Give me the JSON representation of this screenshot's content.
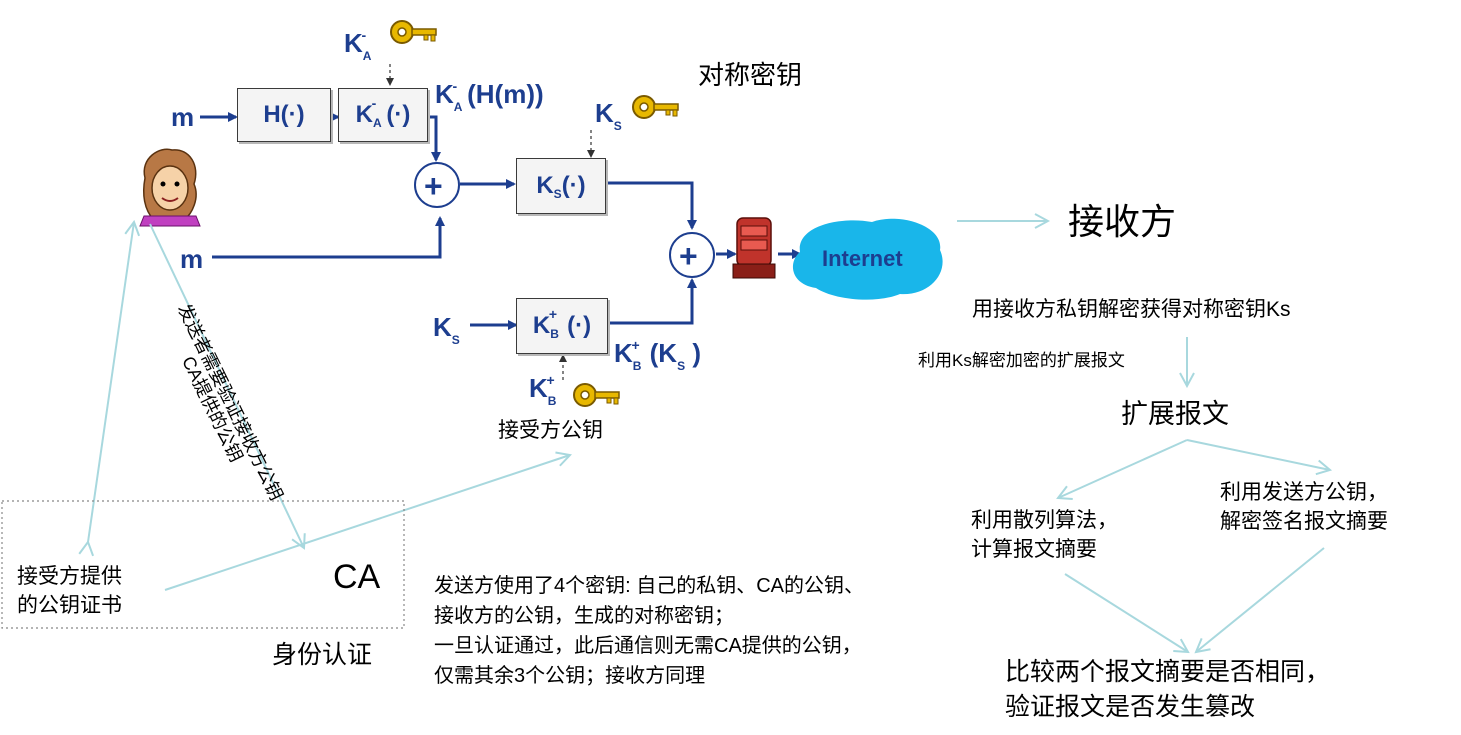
{
  "labels": {
    "m_top": "m",
    "m_bottom": "m",
    "h_box": "H(·)",
    "ka_key_letter": "K",
    "ka_key_sub": "A",
    "ka_key_sup": "-",
    "ka_box_letter": "K",
    "ka_box_sub": "A",
    "ka_box_rest": "(·)",
    "ka_out_letter": "K",
    "ka_out_sub": "A",
    "ka_out_rest": "(H(m))",
    "ks_key_letter": "K",
    "ks_key_sub": "S",
    "ks_box_letter": "K",
    "ks_box_sub": "S",
    "ks_box_rest": "(·)",
    "ks_in_letter": "K",
    "ks_in_sub": "S",
    "kb_box_letter": "K",
    "kb_box_sub": "B",
    "kb_box_rest": "(·)",
    "kb_out_letter": "K",
    "kb_out_sub": "B",
    "kb_out_rest": "(K",
    "kb_out_sub2": "S",
    "kb_out_end": " )",
    "kb_key_letter": "K",
    "kb_key_sub": "B",
    "plus": "+",
    "internet": "Internet"
  },
  "annotations": {
    "symmetric_key": "对称密钥",
    "receiver": "接收方",
    "step_decrypt_ks": "用接收方私钥解密获得对称密钥Ks",
    "step_use_ks": "利用Ks解密加密的扩展报文",
    "extended_msg": "扩展报文",
    "hash_step": "利用散列算法，\n计算报文摘要",
    "sig_step": "利用发送方公钥，\n解密签名报文摘要",
    "compare_step": "比较两个报文摘要是否相同，\n验证报文是否发生篡改",
    "receiver_pubkey": "接受方公钥",
    "sender_verify": "发送者需要验证接收方公钥",
    "ca_provided": "CA提供的公钥",
    "certificate": "接受方提供\n的公钥证书",
    "ca": "CA",
    "identity_auth": "身份认证",
    "summary": "发送方使用了4个密钥: 自己的私钥、CA的公钥、\n接收方的公钥，生成的对称密钥；\n一旦认证通过，此后通信则无需CA提供的公钥，\n仅需其余3个公钥；接收方同理"
  },
  "colors": {
    "diagram_blue": "#1d3e8f",
    "annotation_arrow": "#a8d8de",
    "internet_cloud": "#19b6ea",
    "key_gold": "#e8b800",
    "router_red": "#c0332b"
  }
}
